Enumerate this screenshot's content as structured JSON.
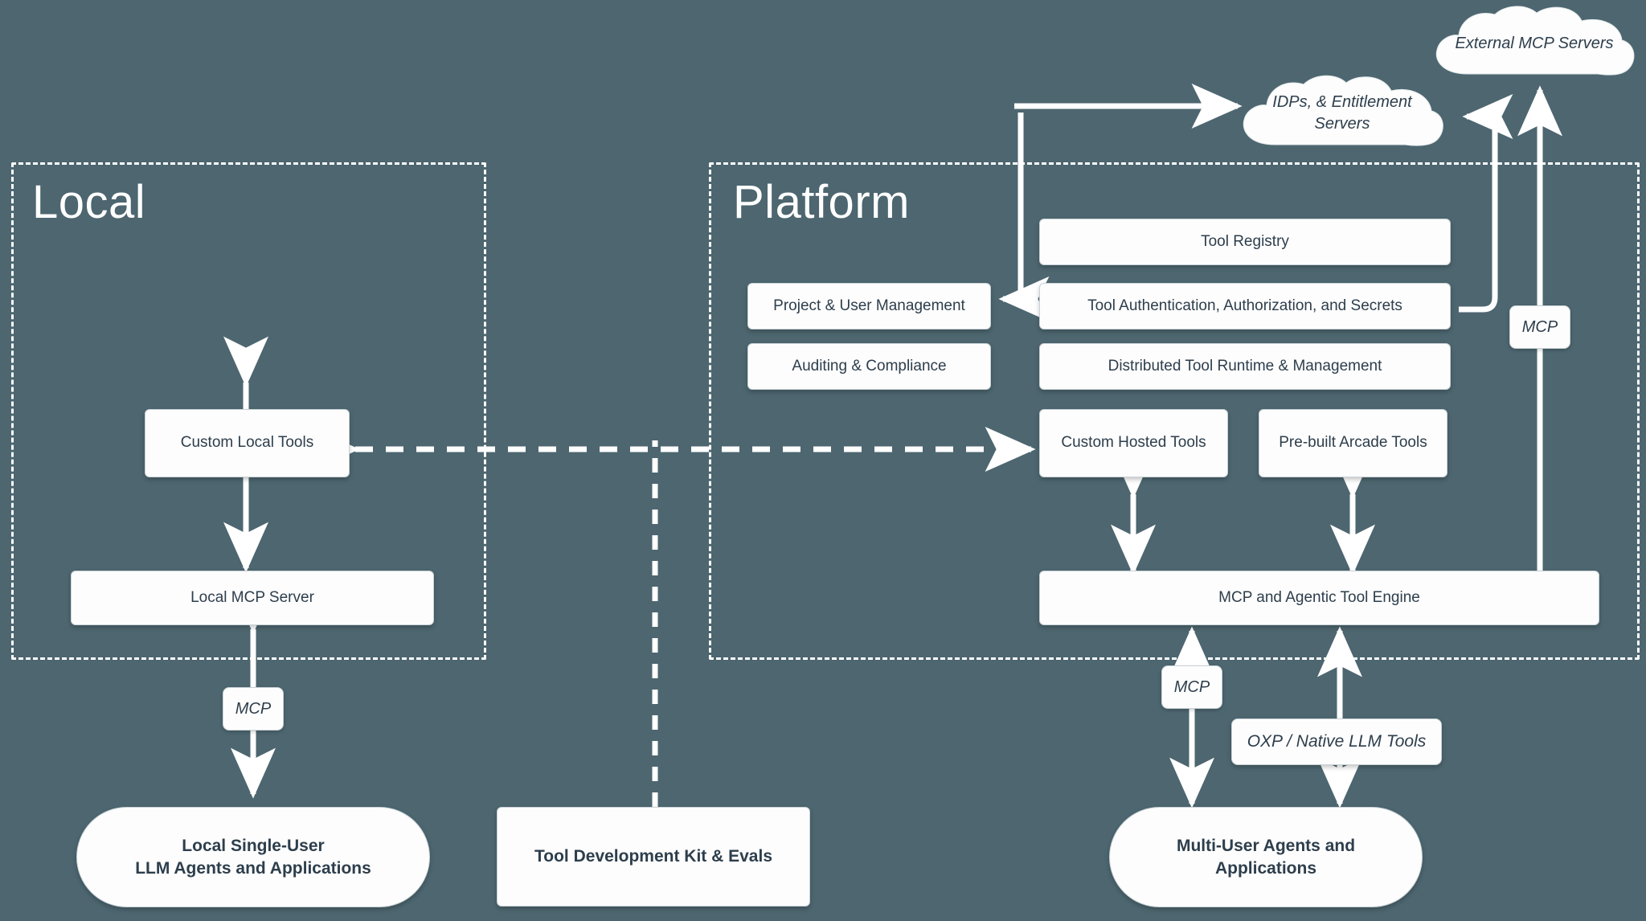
{
  "theme": {
    "background": "#4d6670",
    "node_fill": "#fdfdfd",
    "node_text": "#2d3e4c",
    "line": "#ffffff"
  },
  "zones": [
    {
      "key": "local",
      "title": "Local"
    },
    {
      "key": "platform",
      "title": "Platform"
    }
  ],
  "clouds": [
    {
      "key": "external_mcp",
      "label": "External MCP Servers"
    },
    {
      "key": "idps",
      "label": "IDPs, & Entitlement Servers"
    }
  ],
  "local": {
    "custom_local_tools": "Custom Local Tools",
    "local_mcp_server": "Local MCP Server",
    "mcp_link": "MCP",
    "agents": "Local Single-User\nLLM Agents and Applications",
    "agents_line1": "Local Single-User",
    "agents_line2": "LLM Agents and Applications"
  },
  "center": {
    "tdk": "Tool Development Kit & Evals"
  },
  "platform": {
    "left_column": [
      {
        "key": "project_user_mgmt",
        "label": "Project & User Management"
      },
      {
        "key": "auditing",
        "label": "Auditing & Compliance"
      }
    ],
    "right_column": [
      {
        "key": "tool_registry",
        "label": "Tool Registry"
      },
      {
        "key": "tool_auth",
        "label": "Tool Authentication, Authorization, and Secrets"
      },
      {
        "key": "tool_runtime",
        "label": "Distributed Tool Runtime & Management"
      }
    ],
    "tool_row": [
      {
        "key": "custom_hosted",
        "label": "Custom Hosted Tools"
      },
      {
        "key": "prebuilt_arcade",
        "label": "Pre-built Arcade Tools"
      }
    ],
    "engine": "MCP and Agentic Tool Engine",
    "mcp_right": "MCP",
    "mcp_bottom": "MCP",
    "oxp": "OXP / Native LLM Tools",
    "agents_line1": "Multi-User Agents and",
    "agents_line2": "Applications"
  }
}
